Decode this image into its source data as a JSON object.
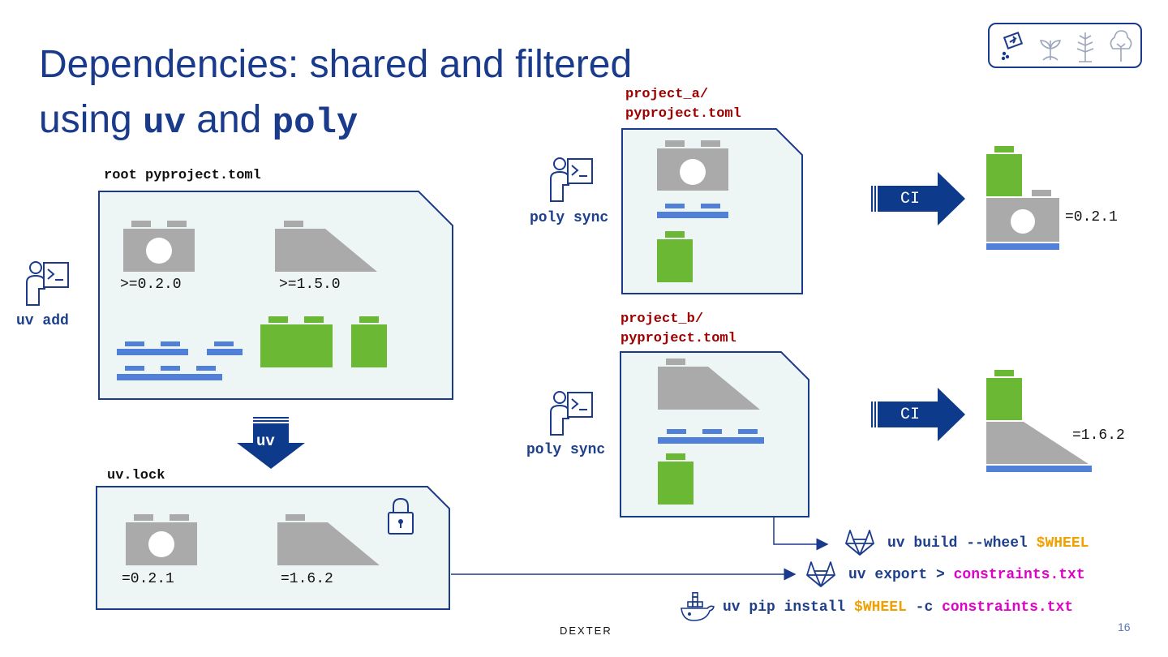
{
  "title": {
    "line1": "Dependencies: shared and filtered",
    "line2_pre": "using ",
    "line2_uv": "uv",
    "line2_mid": " and ",
    "line2_poly": "poly"
  },
  "root": {
    "label": "root pyproject.toml",
    "version_a": ">=0.2.0",
    "version_b": ">=1.5.0"
  },
  "uv_add": {
    "label": "uv add"
  },
  "uv_arrow": {
    "label": "uv"
  },
  "lock": {
    "label": "uv.lock",
    "version_a": "=0.2.1",
    "version_b": "=1.6.2"
  },
  "project_a": {
    "label_line1": "project_a/",
    "label_line2": "pyproject.toml",
    "sync": "poly sync"
  },
  "project_b": {
    "label_line1": "project_b/",
    "label_line2": "pyproject.toml",
    "sync": "poly sync"
  },
  "ci_a": {
    "label": "CI",
    "version": "=0.2.1"
  },
  "ci_b": {
    "label": "CI",
    "version": "=1.6.2"
  },
  "commands": {
    "build": {
      "pre": "uv build --wheel ",
      "var": "$WHEEL"
    },
    "export": {
      "pre": "uv export > ",
      "file": "constraints.txt"
    },
    "install": {
      "pre": "uv pip install ",
      "var": "$WHEEL",
      "mid": " -c ",
      "file": "constraints.txt"
    }
  },
  "footer": {
    "brand": "DEXTER",
    "page": "16"
  },
  "colors": {
    "navy": "#1a3a8c",
    "box_fill": "#eef5f5",
    "gray_brick": "#aaaaaa",
    "green_brick": "#6ab833",
    "blue_brick": "#5080d8",
    "orange": "#f0a000",
    "magenta": "#e000c8",
    "dark_red": "#a00000"
  },
  "icons": [
    "seedling-icon",
    "plant-icon",
    "leaf-icon",
    "tree-icon",
    "terminal-user-icon",
    "lock-icon",
    "gitlab-icon",
    "docker-icon"
  ]
}
